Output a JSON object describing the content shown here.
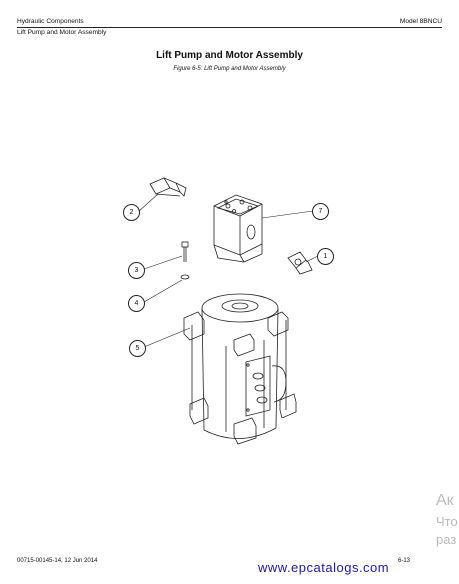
{
  "header": {
    "section": "Hydraulic Components",
    "model": "Model 8BNCU",
    "subsection": "Lift Pump and Motor Assembly"
  },
  "title": "Lift Pump and Motor Assembly",
  "caption": "Figure 6-5: Lift Pump and Motor Assembly",
  "callouts": [
    "1",
    "2",
    "3",
    "4",
    "5",
    "7"
  ],
  "footer": {
    "doc_id": "00715-00145-14, 12 Jun 2014",
    "page": "6-13"
  },
  "watermark": "www.epcatalogs.com",
  "overlay_text": [
    "Ак",
    "Что",
    "раз"
  ]
}
